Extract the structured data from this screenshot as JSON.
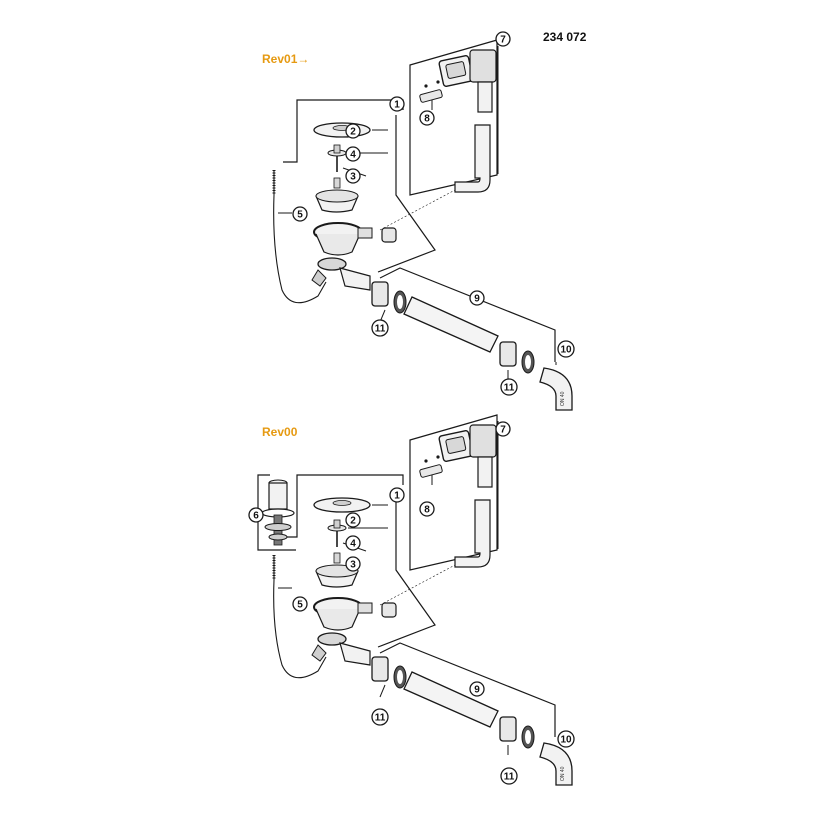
{
  "document_number": "234 072",
  "colors": {
    "revision_label": "#e69a12",
    "line": "#1a1a1a",
    "part_fill": "#f2f2f2",
    "part_shade": "#c8c8c8"
  },
  "revisions": [
    {
      "label": "Rev01→",
      "callouts": [
        "1",
        "2",
        "3",
        "4",
        "5",
        "7",
        "8",
        "9",
        "10",
        "11",
        "11"
      ],
      "pipe_stamp": "ON 40"
    },
    {
      "label": "Rev00",
      "callouts": [
        "1",
        "2",
        "3",
        "4",
        "5",
        "6",
        "7",
        "8",
        "9",
        "10",
        "11",
        "11"
      ],
      "pipe_stamp": "ON 40"
    }
  ]
}
